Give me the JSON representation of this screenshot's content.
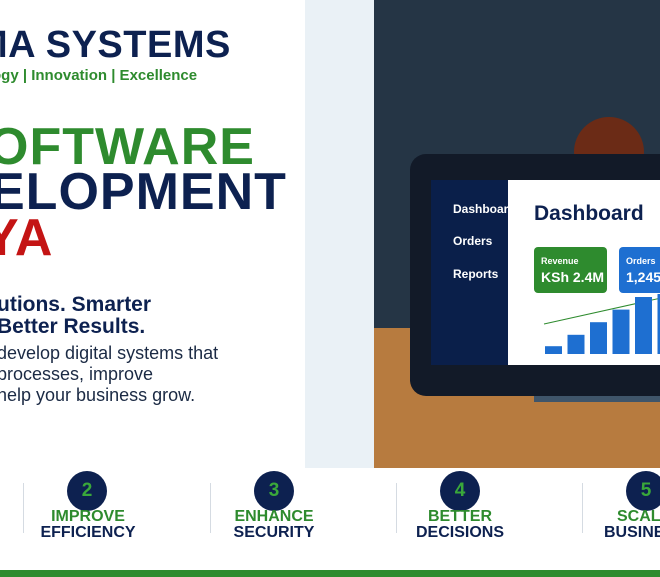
{
  "brand": {
    "name": "MA SYSTEMS",
    "tagline": "ogy | Innovation | Excellence"
  },
  "headline": {
    "line1": "OFTWARE",
    "line2": "ELOPMENT",
    "line3": "YA"
  },
  "subheading": {
    "line1": "utions. Smarter",
    "line2": "Better Results."
  },
  "body_text": {
    "line1": "develop digital systems that",
    "line2": "processes, improve",
    "line3": "help your business grow."
  },
  "dashboard": {
    "nav": [
      "Dashboard",
      "Orders",
      "Reports"
    ],
    "title": "Dashboard",
    "revenue_label": "Revenue",
    "revenue_value": "KSh 2.4M",
    "orders_label": "Orders",
    "orders_value": "1,245",
    "bar_levels": [
      0.13,
      0.32,
      0.53,
      0.74,
      0.95,
      1.0
    ]
  },
  "features": [
    {
      "number": "2",
      "top": "IMPROVE",
      "bottom": "EFFICIENCY"
    },
    {
      "number": "3",
      "top": "ENHANCE",
      "bottom": "SECURITY"
    },
    {
      "number": "4",
      "top": "BETTER",
      "bottom": "DECISIONS"
    },
    {
      "number": "5",
      "top": "SCAL",
      "bottom": "BUSINE"
    }
  ],
  "colors": {
    "navy": "#0d2150",
    "green": "#2e8b2e",
    "red": "#c41414",
    "blue": "#1e6fd1"
  }
}
